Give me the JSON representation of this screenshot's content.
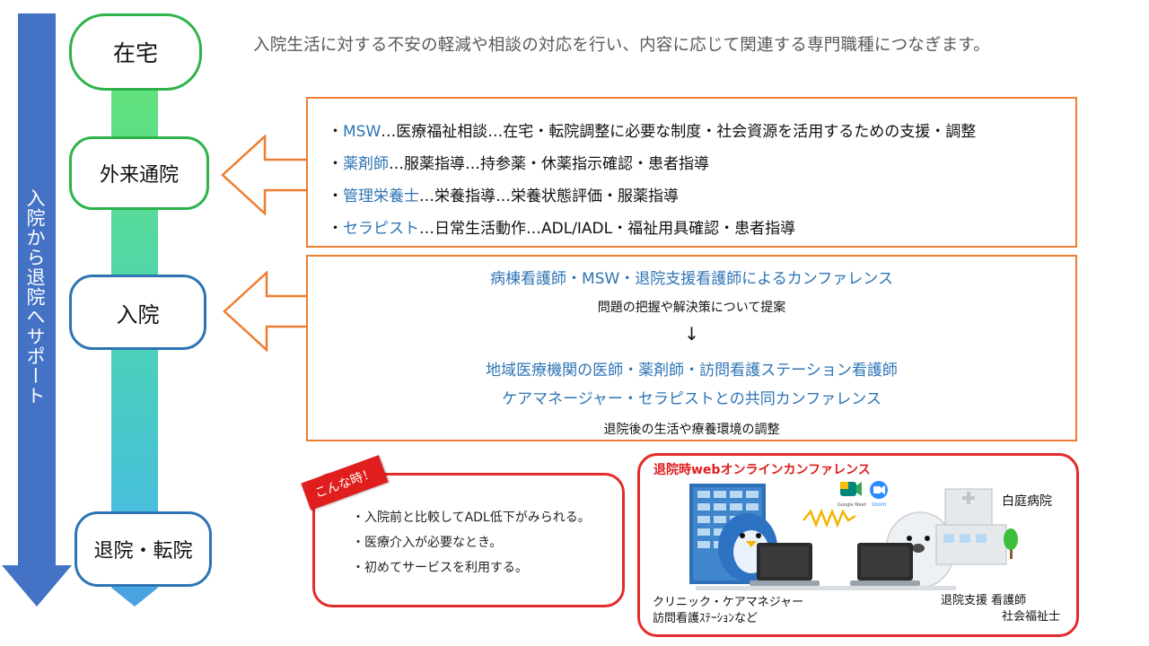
{
  "side_label": "入院から退院へサポート",
  "stages": {
    "home": "在宅",
    "outpatient": "外来通院",
    "admission": "入院",
    "discharge": "退院・転院"
  },
  "intro": "入院生活に対する不安の軽減や相談の対応を行い、内容に応じて関連する専門職種につなぎます。",
  "outpatient_box": {
    "items": [
      {
        "role": "MSW",
        "desc": "…医療福祉相談…在宅・転院調整に必要な制度・社会資源を活用するための支援・調整"
      },
      {
        "role": "薬剤師",
        "desc": "…服薬指導…持参薬・休薬指示確認・患者指導"
      },
      {
        "role": "管理栄養士",
        "desc": "…栄養指導…栄養状態評価・服薬指導"
      },
      {
        "role": "セラピスト",
        "desc": "…日常生活動作…ADL/IADL・福祉用具確認・患者指導"
      }
    ]
  },
  "admission_box": {
    "conf1_title": "病棟看護師・MSW・退院支援看護師によるカンファレンス",
    "conf1_sub": "問題の把握や解決策について提案",
    "arrow": "↓",
    "conf2_title_line1": "地域医療機関の医師・薬剤師・訪問看護ステーション看護師",
    "conf2_title_line2": "ケアマネージャー・セラピストとの共同カンファレンス",
    "conf2_sub": "退院後の生活や療養環境の調整"
  },
  "when_box": {
    "tag": "こんな時！",
    "items": [
      "・入院前と比較してADL低下がみられる。",
      "・医療介入が必要なとき。",
      "・初めてサービスを利用する。"
    ]
  },
  "web_box": {
    "title": "退院時webオンラインカンファレンス",
    "hospital_name": "白庭病院",
    "meet_label": "Google Meet",
    "zoom_label": "zoom",
    "left_label_line1": "クリニック・ケアマネジャー",
    "left_label_line2": "訪問看護ｽﾃｰｼｮﾝなど",
    "right_label_line1": "退院支援  看護師",
    "right_label_line2": "社会福祉士"
  },
  "colors": {
    "side_arrow": "#4472c4",
    "green": "#2db34a",
    "blue_border": "#2e74b5",
    "orange": "#ed7d31",
    "red": "#e32b2b",
    "accent_text": "#2e74b5"
  }
}
